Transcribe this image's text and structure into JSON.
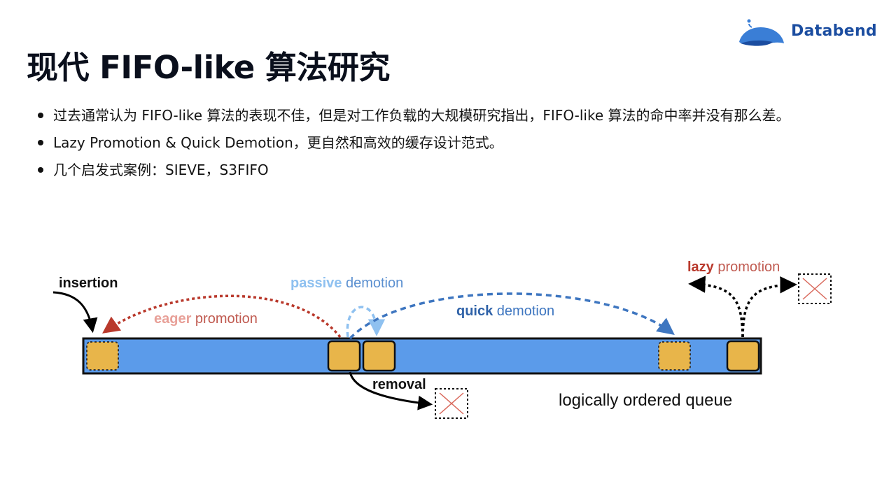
{
  "brand": {
    "name": "Databend",
    "color": "#1b4da0",
    "logo_icon": "whale-icon"
  },
  "slide": {
    "title": "现代 FIFO-like 算法研究",
    "bullets": [
      "过去通常认为 FIFO-like 算法的表现不佳，但是对工作负载的大规模研究指出，FIFO-like 算法的命中率并没有那么差。",
      "Lazy Promotion & Quick Demotion，更自然和高效的缓存设计范式。",
      "几个启发式案例：SIEVE，S3FIFO"
    ]
  },
  "diagram": {
    "queue_color": "#5b9bea",
    "item_color": "#e8b54a",
    "promotion_color": "#b9392c",
    "demotion_color": "#3e76c0",
    "labels": {
      "insertion": "insertion",
      "eager_bold": "eager",
      "eager_rest": " promotion",
      "passive_bold": "passive",
      "passive_rest": " demotion",
      "quick_bold": "quick",
      "quick_rest": " demotion",
      "lazy_bold": "lazy",
      "lazy_rest": " promotion",
      "removal": "removal",
      "queue": "logically ordered queue"
    }
  }
}
